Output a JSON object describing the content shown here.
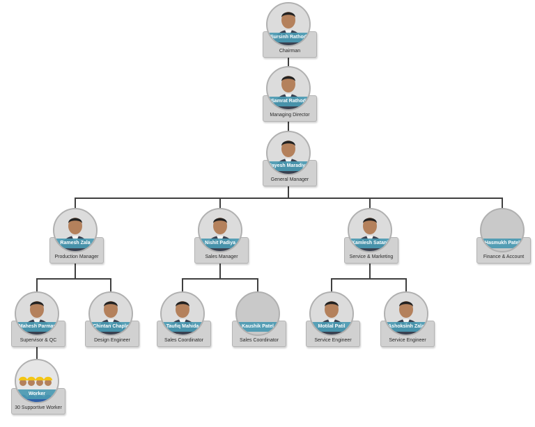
{
  "colors": {
    "band": "#4a99b2",
    "card": "#d1d1d1",
    "connector": "#3f3f3f"
  },
  "nodes": [
    {
      "id": "chairman",
      "name": "Sursinh Rathod",
      "role": "Chairman",
      "photo": "person-photo",
      "parent": null
    },
    {
      "id": "md",
      "name": "Samrat Rathod",
      "role": "Managing Director",
      "photo": "person-photo",
      "parent": "chairman"
    },
    {
      "id": "gm",
      "name": "Jayesh Maradiya",
      "role": "General Manager",
      "photo": "person-photo",
      "parent": "md"
    },
    {
      "id": "prod",
      "name": "Ramesh Zala",
      "role": "Production Manager",
      "photo": "person-photo",
      "parent": "gm"
    },
    {
      "id": "sales",
      "name": "Nishit Padiya",
      "role": "Sales Manager",
      "photo": "person-photo",
      "parent": "gm"
    },
    {
      "id": "service",
      "name": "Kamlesh Satani",
      "role": "Service & Marketing",
      "photo": "person-photo",
      "parent": "gm"
    },
    {
      "id": "finance",
      "name": "Hasmukh Patel",
      "role": "Finance & Account",
      "photo": "blank-avatar",
      "parent": "gm"
    },
    {
      "id": "supervisor",
      "name": "Mahesh Parmar",
      "role": "Supervisor & QC",
      "photo": "person-photo",
      "parent": "prod"
    },
    {
      "id": "design",
      "name": "Chintan Chapla",
      "role": "Design Engineer",
      "photo": "person-photo",
      "parent": "prod"
    },
    {
      "id": "coord1",
      "name": "Taufiq Mahida",
      "role": "Sales Coordinator",
      "photo": "person-photo",
      "parent": "sales"
    },
    {
      "id": "coord2",
      "name": "Kaushik Patel",
      "role": "Sales Coordinator",
      "photo": "blank-avatar",
      "parent": "sales"
    },
    {
      "id": "eng1",
      "name": "Motilal Patil",
      "role": "Service Engineer",
      "photo": "person-photo",
      "parent": "service"
    },
    {
      "id": "eng2",
      "name": "Ashoksinh Zala",
      "role": "Service Engineer",
      "photo": "person-photo",
      "parent": "service"
    },
    {
      "id": "worker",
      "name": "Worker",
      "role": "30 Supportive Worker",
      "photo": "workers-group-photo",
      "parent": "supervisor"
    }
  ]
}
